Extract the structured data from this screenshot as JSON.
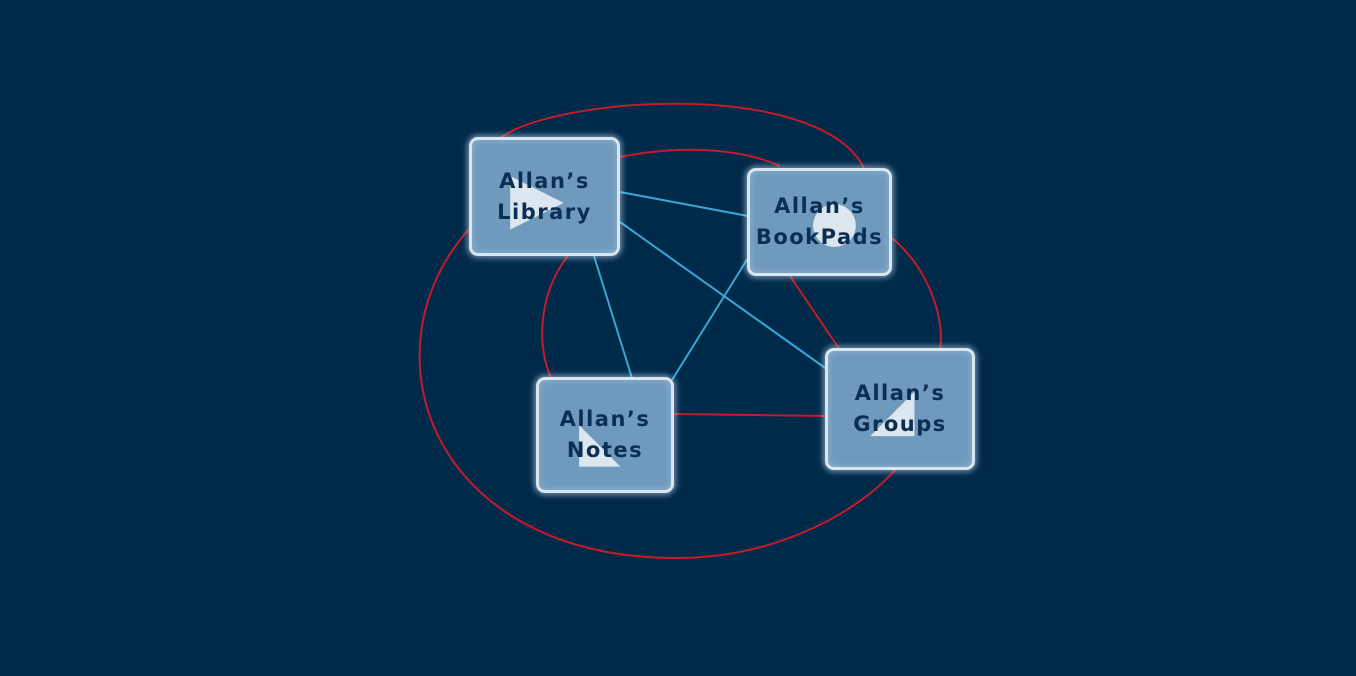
{
  "colors": {
    "background": "#002a4a",
    "node_fill": "#6f9abd",
    "node_border": "#d8e6f0",
    "node_text": "#0b2f52",
    "red_link": "#c41a2a",
    "blue_link": "#3aa6d6"
  },
  "nodes": [
    {
      "id": "library",
      "label": "Allan’s\nLibrary",
      "icon": "book-icon"
    },
    {
      "id": "bookpads",
      "label": "Allan’s\nBookPads",
      "icon": "pad-icon"
    },
    {
      "id": "notes",
      "label": "Allan’s\nNotes",
      "icon": "note-icon"
    },
    {
      "id": "groups",
      "label": "Allan’s\nGroups",
      "icon": "group-icon"
    }
  ]
}
